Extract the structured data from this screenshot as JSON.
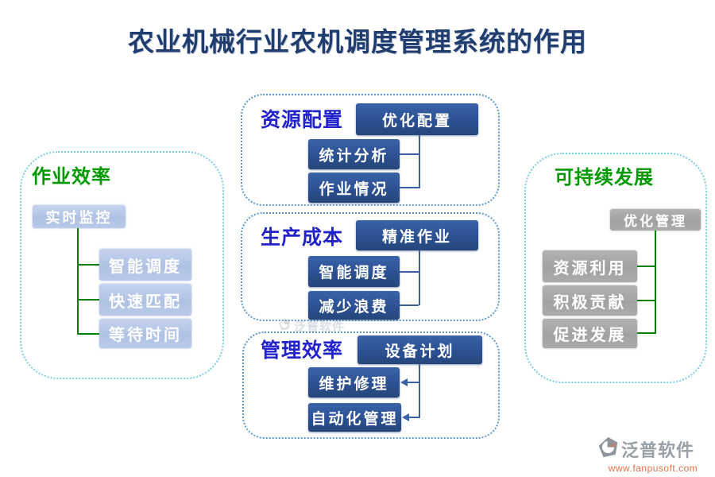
{
  "page": {
    "title": "农业机械行业农机调度管理系统的作用"
  },
  "panels": [
    {
      "title": "作业效率",
      "root": "实时监控",
      "children": [
        "智能调度",
        "快速匹配",
        "等待时间"
      ]
    },
    {
      "title": "资源配置",
      "root": "优化配置",
      "children": [
        "统计分析",
        "作业情况"
      ]
    },
    {
      "title": "生产成本",
      "root": "精准作业",
      "children": [
        "智能调度",
        "减少浪费"
      ]
    },
    {
      "title": "管理效率",
      "root": "设备计划",
      "children": [
        "维护修理",
        "自动化管理"
      ]
    },
    {
      "title": "可持续发展",
      "root": "优化管理",
      "children": [
        "资源利用",
        "积极贡献",
        "促进发展"
      ]
    }
  ],
  "watermark": {
    "brand": "泛普软件",
    "url": "www.fanpusoft.com"
  },
  "colors": {
    "main_title": "#1f3d6e",
    "green_title": "#009a00",
    "blue_title": "#2222cc",
    "light_blue_box": "#b4c6e7",
    "dark_blue_box": "#2d5296",
    "gray_box": "#a6a6a6",
    "green_line": "#008000",
    "blue_line": "#3a61a8",
    "side_panel_border": "#7ccfe0",
    "mid_panel_border": "#5b9bd5",
    "watermark_orange": "#e0724d"
  }
}
